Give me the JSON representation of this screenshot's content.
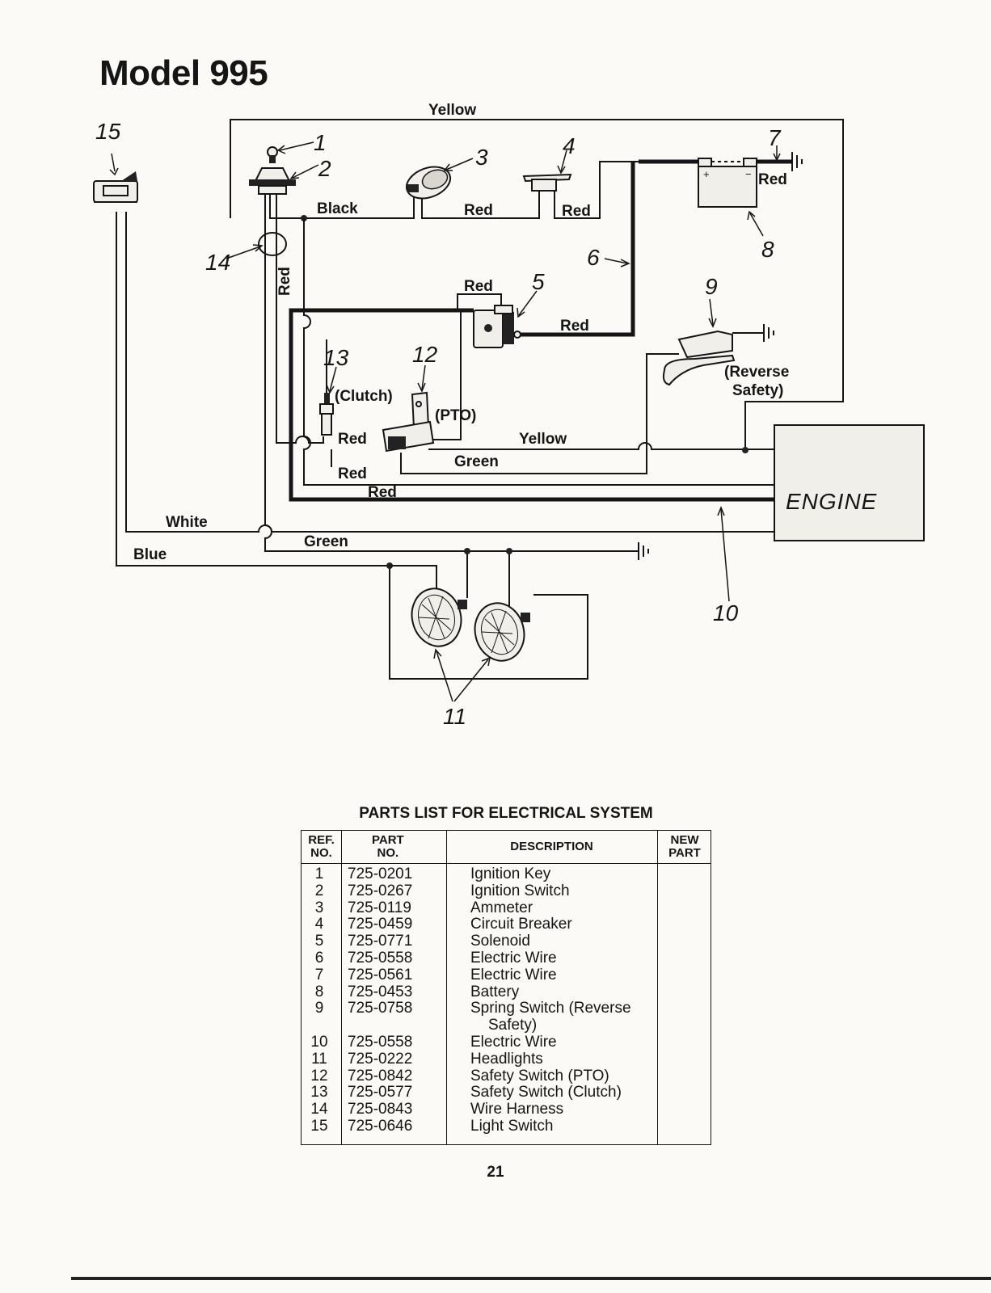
{
  "title": "Model 995",
  "wire_labels": {
    "yellow_top": "Yellow",
    "black": "Black",
    "red_ammeter": "Red",
    "red_breaker": "Red",
    "red_battery": "Red",
    "red_harness": "Red",
    "red_solenoid_top": "Red",
    "red_solenoid_right": "Red",
    "red_clutch": "Red",
    "yellow_mid": "Yellow",
    "green_mid": "Green",
    "red_low1": "Red",
    "red_low2": "Red",
    "white": "White",
    "green_low": "Green",
    "blue": "Blue"
  },
  "component_labels": {
    "clutch": "(Clutch)",
    "pto": "(PTO)",
    "reverse_line1": "(Reverse",
    "reverse_line2": "Safety)",
    "engine": "ENGINE"
  },
  "callouts": [
    "1",
    "2",
    "3",
    "4",
    "5",
    "6",
    "7",
    "8",
    "9",
    "10",
    "11",
    "12",
    "13",
    "14",
    "15"
  ],
  "parts": {
    "title": "PARTS LIST FOR ELECTRICAL SYSTEM",
    "headers": {
      "ref_1": "REF.",
      "ref_2": "NO.",
      "part_1": "PART",
      "part_2": "NO.",
      "desc": "DESCRIPTION",
      "new_1": "NEW",
      "new_2": "PART"
    },
    "rows": [
      {
        "ref": "1",
        "part": "725-0201",
        "desc": "Ignition Key"
      },
      {
        "ref": "2",
        "part": "725-0267",
        "desc": "Ignition Switch"
      },
      {
        "ref": "3",
        "part": "725-0119",
        "desc": "Ammeter"
      },
      {
        "ref": "4",
        "part": "725-0459",
        "desc": "Circuit Breaker"
      },
      {
        "ref": "5",
        "part": "725-0771",
        "desc": "Solenoid"
      },
      {
        "ref": "6",
        "part": "725-0558",
        "desc": "Electric Wire"
      },
      {
        "ref": "7",
        "part": "725-0561",
        "desc": "Electric Wire"
      },
      {
        "ref": "8",
        "part": "725-0453",
        "desc": "Battery"
      },
      {
        "ref": "9",
        "part": "725-0758",
        "desc": "Spring Switch (Reverse",
        "desc_cont": "Safety)"
      },
      {
        "ref": "10",
        "part": "725-0558",
        "desc": "Electric Wire"
      },
      {
        "ref": "11",
        "part": "725-0222",
        "desc": "Headlights"
      },
      {
        "ref": "12",
        "part": "725-0842",
        "desc": "Safety Switch (PTO)"
      },
      {
        "ref": "13",
        "part": "725-0577",
        "desc": "Safety Switch (Clutch)"
      },
      {
        "ref": "14",
        "part": "725-0843",
        "desc": "Wire Harness"
      },
      {
        "ref": "15",
        "part": "725-0646",
        "desc": "Light Switch"
      }
    ]
  },
  "page_number": "21"
}
